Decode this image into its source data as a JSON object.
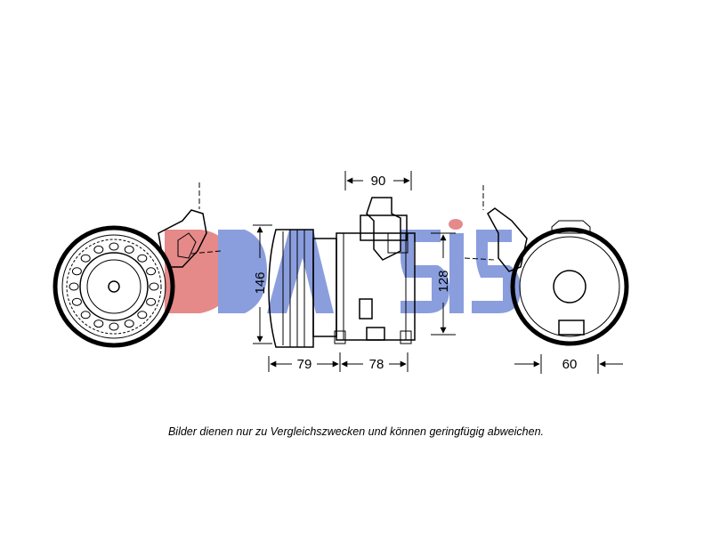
{
  "watermark": {
    "text": "DASIS",
    "colors": {
      "blue": "#2b4fc4",
      "red": "#d02a2a"
    }
  },
  "dimensions": {
    "width_top": "90",
    "height_left": "146",
    "height_right": "128",
    "depth_left": "79",
    "depth_right": "78",
    "side_width": "60"
  },
  "caption": "Bilder dienen nur zu Vergleichszwecken und können geringfügig abweichen."
}
